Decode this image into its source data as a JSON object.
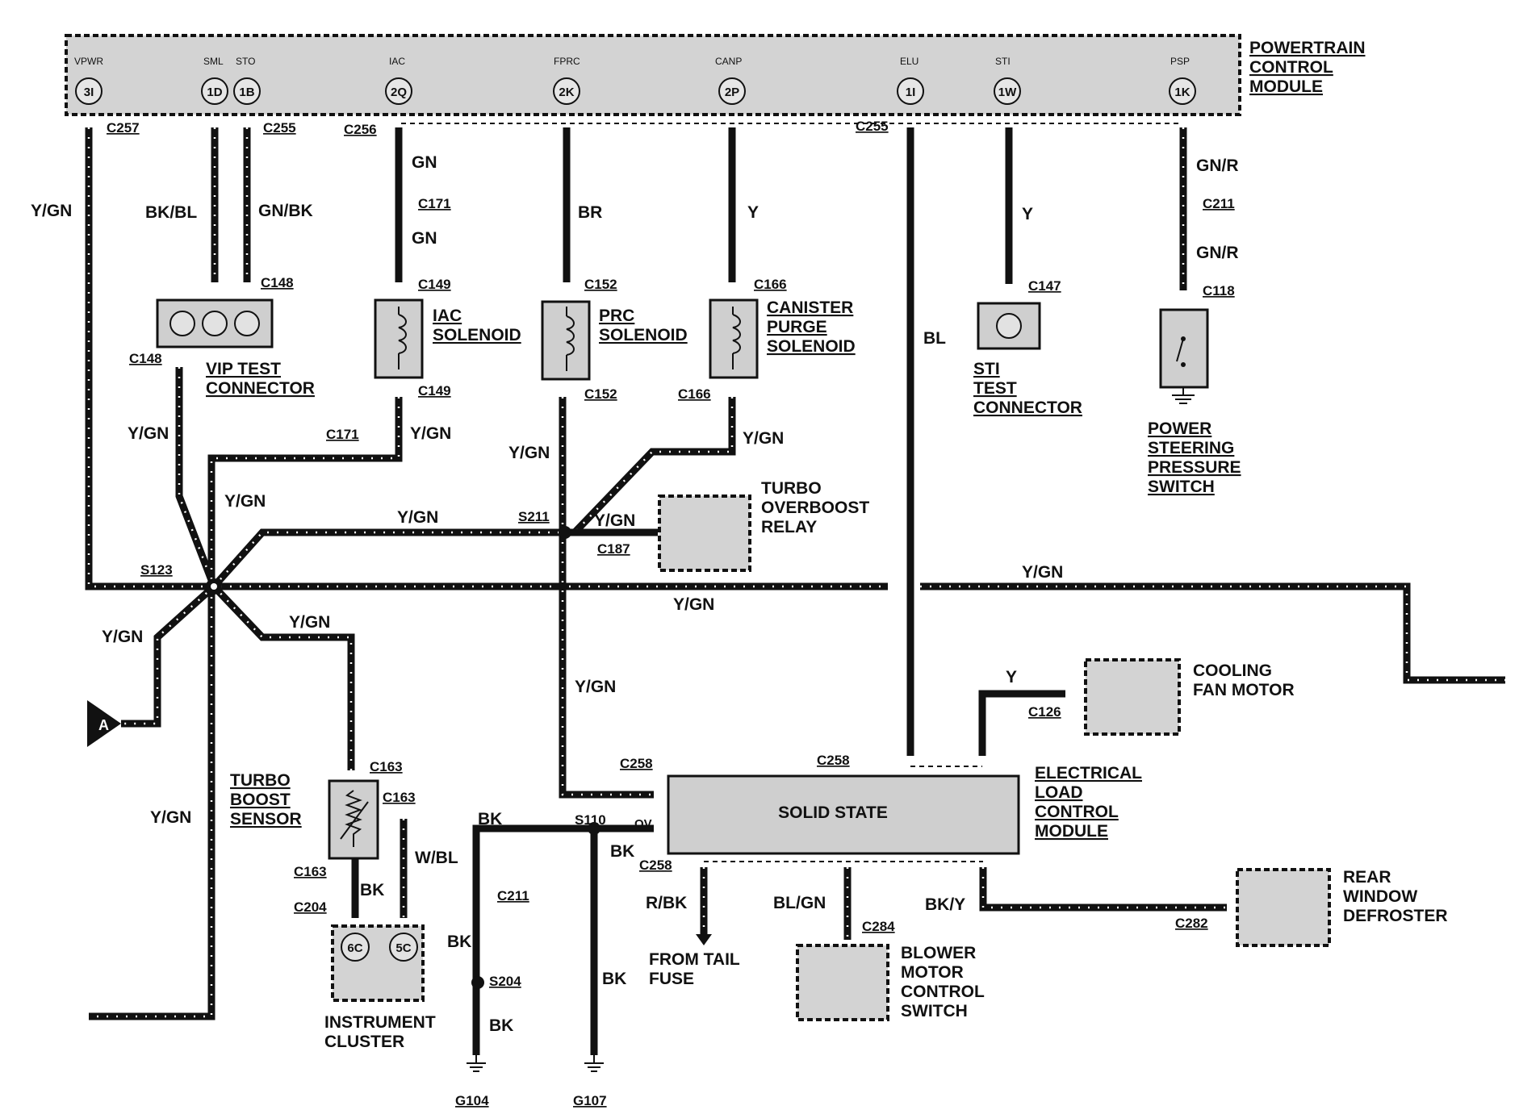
{
  "pcm": {
    "name": "POWERTRAIN CONTROL MODULE",
    "lines": [
      "POWERTRAIN",
      "CONTROL",
      "MODULE"
    ],
    "pins": [
      {
        "name": "VPWR",
        "num": "3I"
      },
      {
        "name": "SML",
        "num": "1D"
      },
      {
        "name": "STO",
        "num": "1B"
      },
      {
        "name": "IAC",
        "num": "2Q"
      },
      {
        "name": "FPRC",
        "num": "2K"
      },
      {
        "name": "CANP",
        "num": "2P"
      },
      {
        "name": "ELU",
        "num": "1I"
      },
      {
        "name": "STI",
        "num": "1W"
      },
      {
        "name": "PSP",
        "num": "1K"
      }
    ]
  },
  "connectors": {
    "c257": "C257",
    "c255a": "C255",
    "c256": "C256",
    "c255b": "C255",
    "c171a": "C171",
    "c148a": "C148",
    "c148b": "C148",
    "c149a": "C149",
    "c149b": "C149",
    "c152a": "C152",
    "c152b": "C152",
    "c166a": "C166",
    "c166b": "C166",
    "c147": "C147",
    "c211a": "C211",
    "c118": "C118",
    "c171b": "C171",
    "s211": "S211",
    "c187": "C187",
    "s123": "S123",
    "c126": "C126",
    "c258a": "C258",
    "c258b": "C258",
    "c258c": "C258",
    "c163a": "C163",
    "c163b": "C163",
    "c163c": "C163",
    "c204": "C204",
    "s110": "S110",
    "c211b": "C211",
    "s204": "S204",
    "c284": "C284",
    "c282": "C282",
    "g104": "G104",
    "g107": "G107"
  },
  "wires": {
    "yg1": "Y/GN",
    "bkbl": "BK/BL",
    "gnbk": "GN/BK",
    "gn1": "GN",
    "gn2": "GN",
    "br": "BR",
    "y1": "Y",
    "y2": "Y",
    "gnr1": "GN/R",
    "gnr2": "GN/R",
    "bl": "BL",
    "yg2": "Y/GN",
    "yg3": "Y/GN",
    "yg4": "Y/GN",
    "yg5": "Y/GN",
    "yg6": "Y/GN",
    "yg7": "Y/GN",
    "yg8": "Y/GN",
    "yg9": "Y/GN",
    "yg10": "Y/GN",
    "yg11": "Y/GN",
    "yg12": "Y/GN",
    "yg13": "Y/GN",
    "yg14": "Y/GN",
    "y3": "Y",
    "bk1": "BK",
    "bk2": "BK",
    "bk3": "BK",
    "bk4": "BK",
    "bk5": "BK",
    "bk6": "BK",
    "wbl": "W/BL",
    "rbk": "R/BK",
    "blgn": "BL/GN",
    "bky": "BK/Y",
    "ov": "OV"
  },
  "components": {
    "vip": [
      "VIP TEST",
      "CONNECTOR"
    ],
    "iac": [
      "IAC",
      "SOLENOID"
    ],
    "prc": [
      "PRC",
      "SOLENOID"
    ],
    "canister": [
      "CANISTER",
      "PURGE",
      "SOLENOID"
    ],
    "sti": [
      "STI",
      "TEST",
      "CONNECTOR"
    ],
    "psp": [
      "POWER",
      "STEERING",
      "PRESSURE",
      "SWITCH"
    ],
    "turbo_relay": [
      "TURBO",
      "OVERBOOST",
      "RELAY"
    ],
    "cooling": [
      "COOLING",
      "FAN MOTOR"
    ],
    "elcm": [
      "ELECTRICAL",
      "LOAD",
      "CONTROL",
      "MODULE"
    ],
    "solid_state": "SOLID STATE",
    "turbo_sensor": [
      "TURBO",
      "BOOST",
      "SENSOR"
    ],
    "cluster": [
      "INSTRUMENT",
      "CLUSTER"
    ],
    "cluster_pins": [
      "6C",
      "5C"
    ],
    "tail": [
      "FROM TAIL",
      "FUSE"
    ],
    "blower": [
      "BLOWER",
      "MOTOR",
      "CONTROL",
      "SWITCH"
    ],
    "defroster": [
      "REAR",
      "WINDOW",
      "DEFROSTER"
    ],
    "arrow_a": "A"
  }
}
